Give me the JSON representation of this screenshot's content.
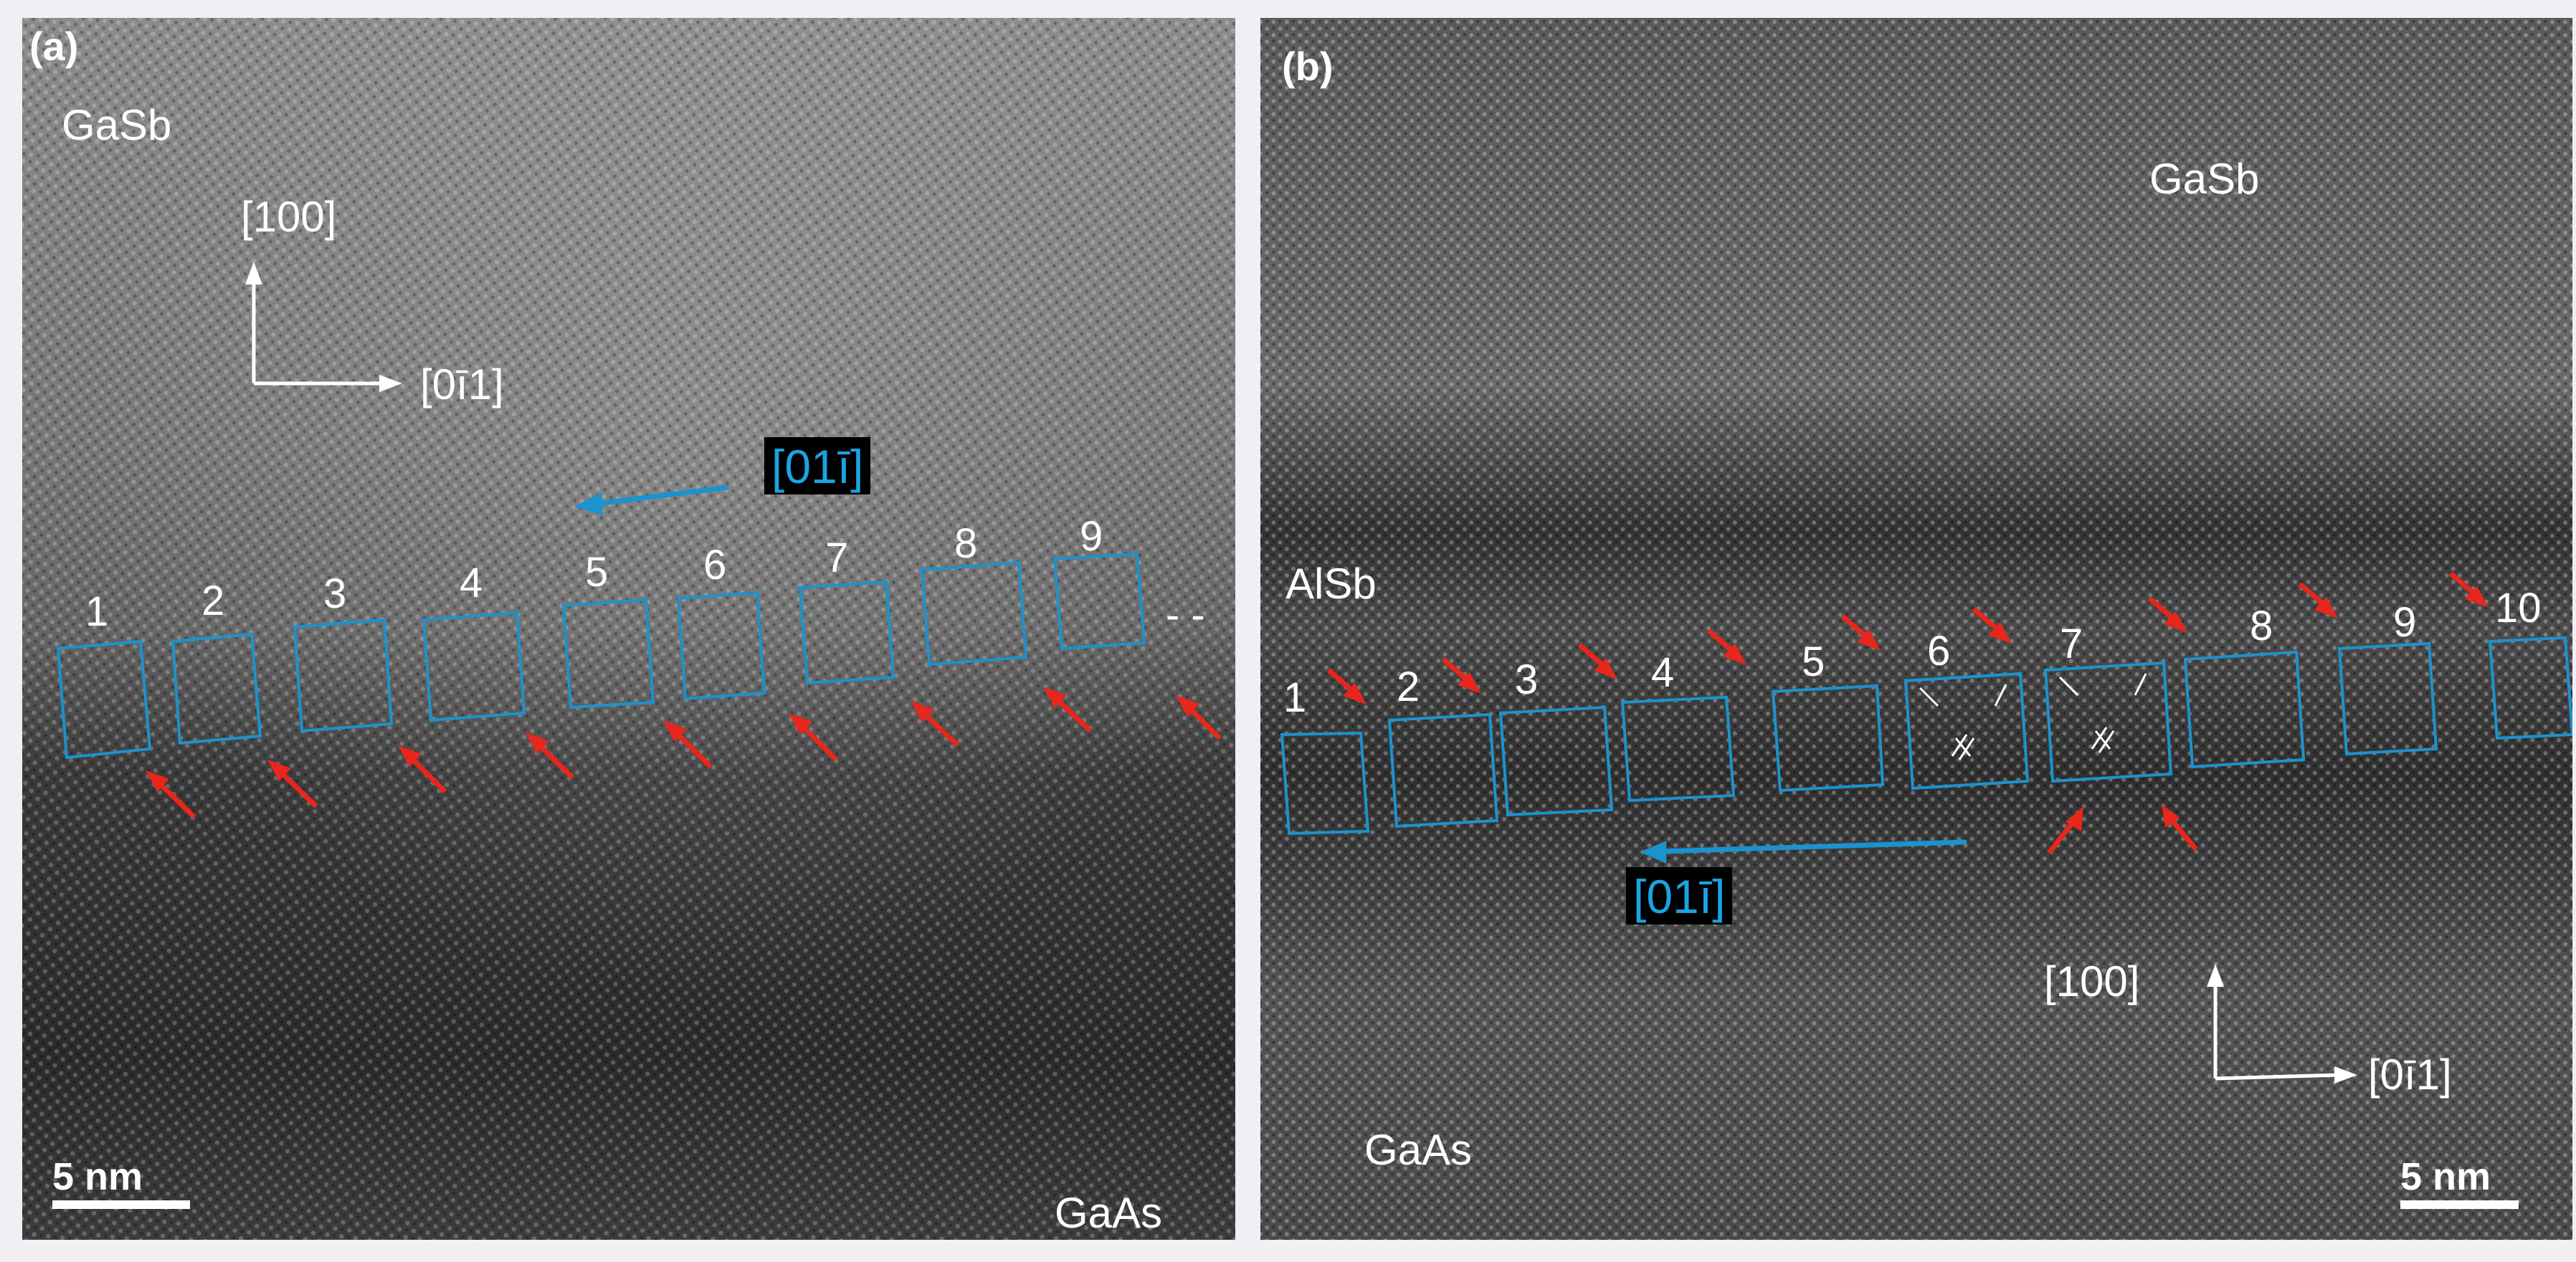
{
  "panel_a": {
    "letter": "(a)",
    "top_material": "GaSb",
    "bottom_material": "GaAs",
    "axis_up": "[100]",
    "axis_right": "[0ī1]",
    "direction_tag": "[01ī]",
    "box_numbers": [
      "1",
      "2",
      "3",
      "4",
      "5",
      "6",
      "7",
      "8",
      "9"
    ],
    "scale_bar": "5 nm",
    "dash_mark": "- -"
  },
  "panel_b": {
    "letter": "(b)",
    "top_material": "GaSb",
    "middle_material": "AlSb",
    "bottom_material": "GaAs",
    "axis_up": "[100]",
    "axis_right": "[0ī1]",
    "direction_tag": "[01ī]",
    "box_numbers": [
      "1",
      "2",
      "3",
      "4",
      "5",
      "6",
      "7",
      "8",
      "9",
      "10"
    ],
    "scale_bar": "5 nm"
  },
  "colors": {
    "box_outline": "#1a93cf",
    "arrow_red": "#e8261c",
    "arrow_blue": "#1a93cf",
    "label_white": "#ffffff",
    "tag_text": "#1aa4e0",
    "background": "#f1eef4"
  }
}
